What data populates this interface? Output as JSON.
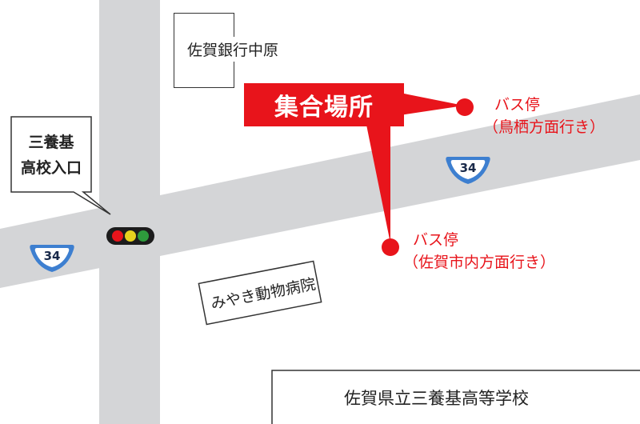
{
  "map": {
    "meeting_point": "集合場所",
    "bus_stop_upper": {
      "name": "バス停",
      "direction": "（鳥栖方面行き）"
    },
    "bus_stop_lower": {
      "name": "バス停",
      "direction": "（佐賀市内方面行き）"
    },
    "intersection_label": {
      "line1": "三養基",
      "line2": "高校入口"
    },
    "route_number": "34",
    "landmarks": {
      "bank": "佐賀銀行中原",
      "animal_hospital": "みやき動物病院",
      "school": "佐賀県立三養基高等学校"
    }
  },
  "colors": {
    "road": "#d4d5d7",
    "accent_red": "#e8141b",
    "route_sign": "#3d7fd0",
    "signal_red": "#e8141b",
    "signal_yellow": "#e6d21e",
    "signal_green": "#2e9b3c"
  }
}
